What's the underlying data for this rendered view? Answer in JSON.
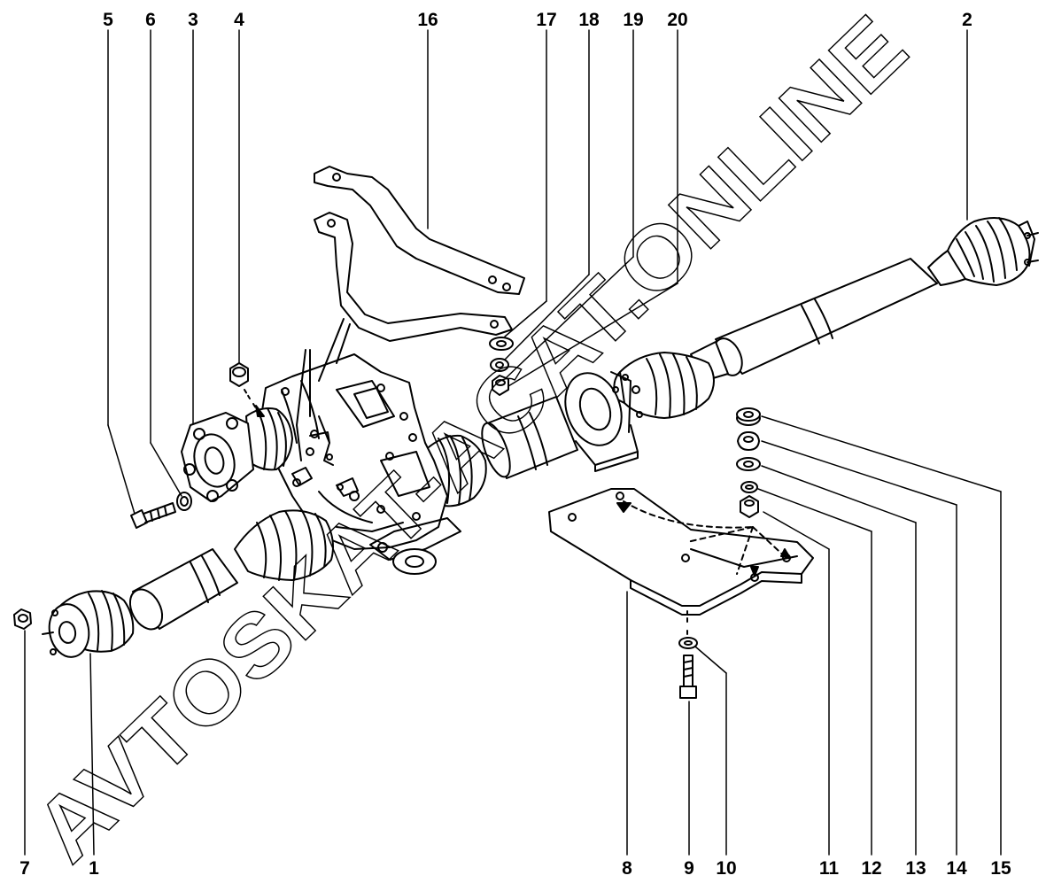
{
  "diagram": {
    "callouts": [
      {
        "id": "c1",
        "text": "1"
      },
      {
        "id": "c2",
        "text": "2"
      },
      {
        "id": "c3",
        "text": "3"
      },
      {
        "id": "c4",
        "text": "4"
      },
      {
        "id": "c5",
        "text": "5"
      },
      {
        "id": "c6",
        "text": "6"
      },
      {
        "id": "c7",
        "text": "7"
      },
      {
        "id": "c8",
        "text": "8"
      },
      {
        "id": "c9",
        "text": "9"
      },
      {
        "id": "c10",
        "text": "10"
      },
      {
        "id": "c11",
        "text": "11"
      },
      {
        "id": "c12",
        "text": "12"
      },
      {
        "id": "c13",
        "text": "13"
      },
      {
        "id": "c14",
        "text": "14"
      },
      {
        "id": "c15",
        "text": "15"
      },
      {
        "id": "c16",
        "text": "16"
      },
      {
        "id": "c17",
        "text": "17"
      },
      {
        "id": "c18",
        "text": "18"
      },
      {
        "id": "c19",
        "text": "19"
      },
      {
        "id": "c20",
        "text": "20"
      }
    ],
    "watermark": "AVTOSKAT-ACAT.ONLINE",
    "colors": {
      "line": "#000000",
      "background": "#ffffff"
    }
  }
}
